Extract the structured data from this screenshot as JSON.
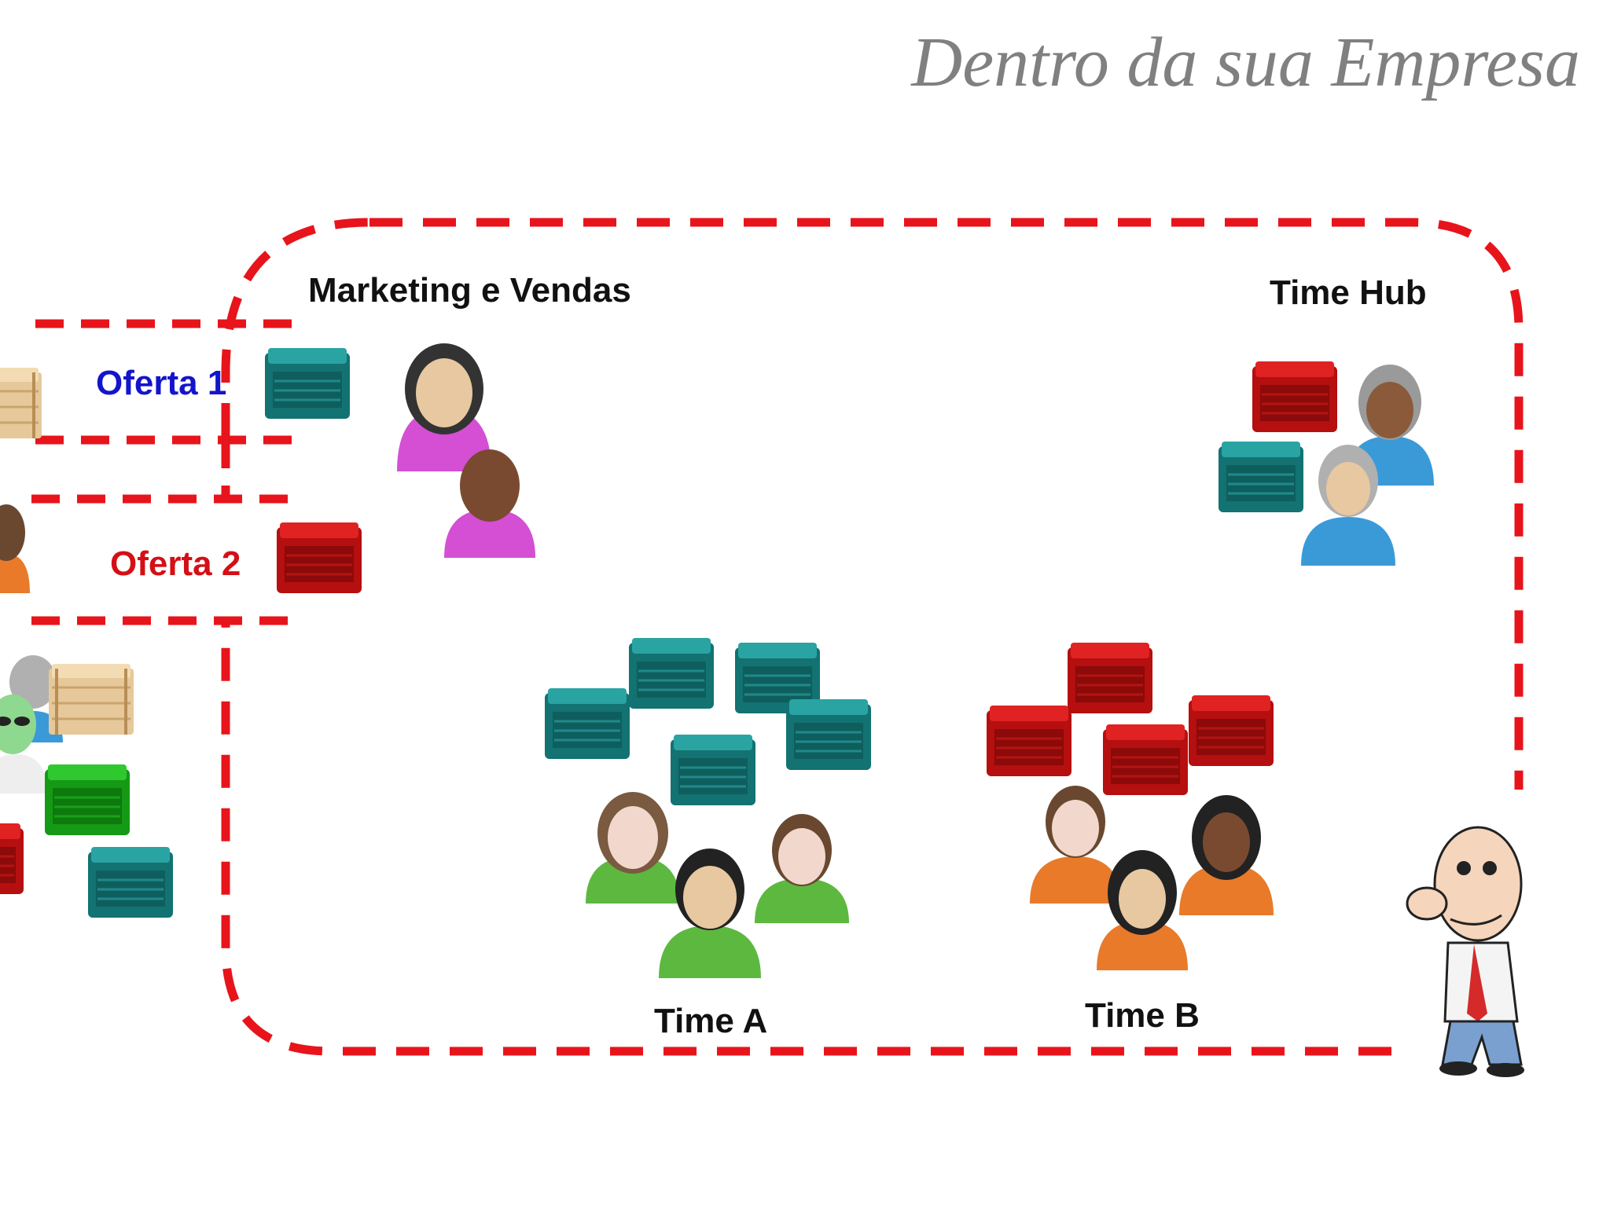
{
  "title": "Dentro da sua Empresa",
  "labels": {
    "marketing": "Marketing e Vendas",
    "hub": "Time Hub",
    "offer1": "Oferta 1",
    "offer2": "Oferta 2",
    "team_a": "Time A",
    "team_b": "Time B"
  },
  "colors": {
    "boundary": "#e8141b",
    "offer1_text": "#1414cc",
    "offer2_text": "#d40f15",
    "box_teal": "#1a8a8a",
    "box_red": "#c81414",
    "box_green": "#1eaa1e",
    "box_wood": "#e6c89a"
  },
  "icons": {
    "box": "container-box-icon",
    "person": "person-avatar-icon",
    "cartoon": "cartoon-man-icon",
    "alien": "alien-avatar-icon"
  }
}
